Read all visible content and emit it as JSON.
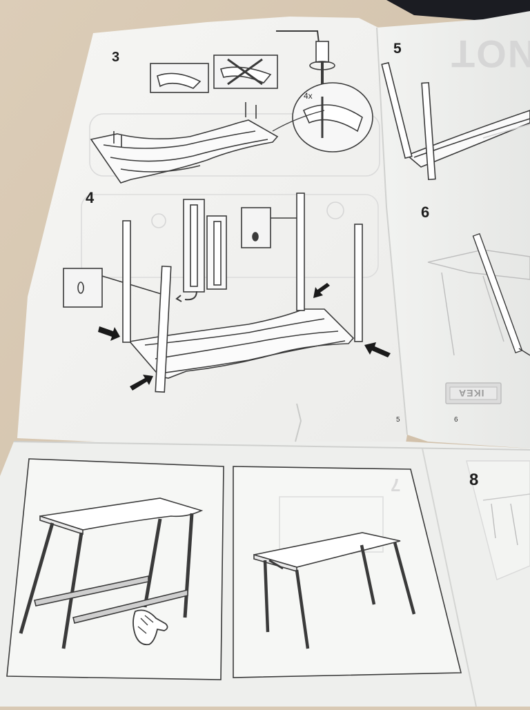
{
  "scene": {
    "description_tags": [
      "paper",
      "assembly-instructions",
      "desk"
    ],
    "colors": {
      "table_surface": "#d8c9b4",
      "paper": "#f4f4f2",
      "paper_shadow": "#e4e5e3",
      "line_art": "#3a3a3a",
      "arrow": "#1a1a1a",
      "dark_corner": "#1b1c22"
    }
  },
  "steps": {
    "step3": {
      "number": "3",
      "quantity": "4x"
    },
    "step4": {
      "number": "4"
    },
    "step5": {
      "number": "5"
    },
    "step6": {
      "number": "6"
    },
    "step7": {
      "number": "7"
    },
    "step8": {
      "number": "8"
    }
  },
  "page_numbers": {
    "left": "5",
    "right": "6"
  },
  "brand": {
    "name": "IKEA"
  },
  "watermark": {
    "text": "NOT"
  }
}
